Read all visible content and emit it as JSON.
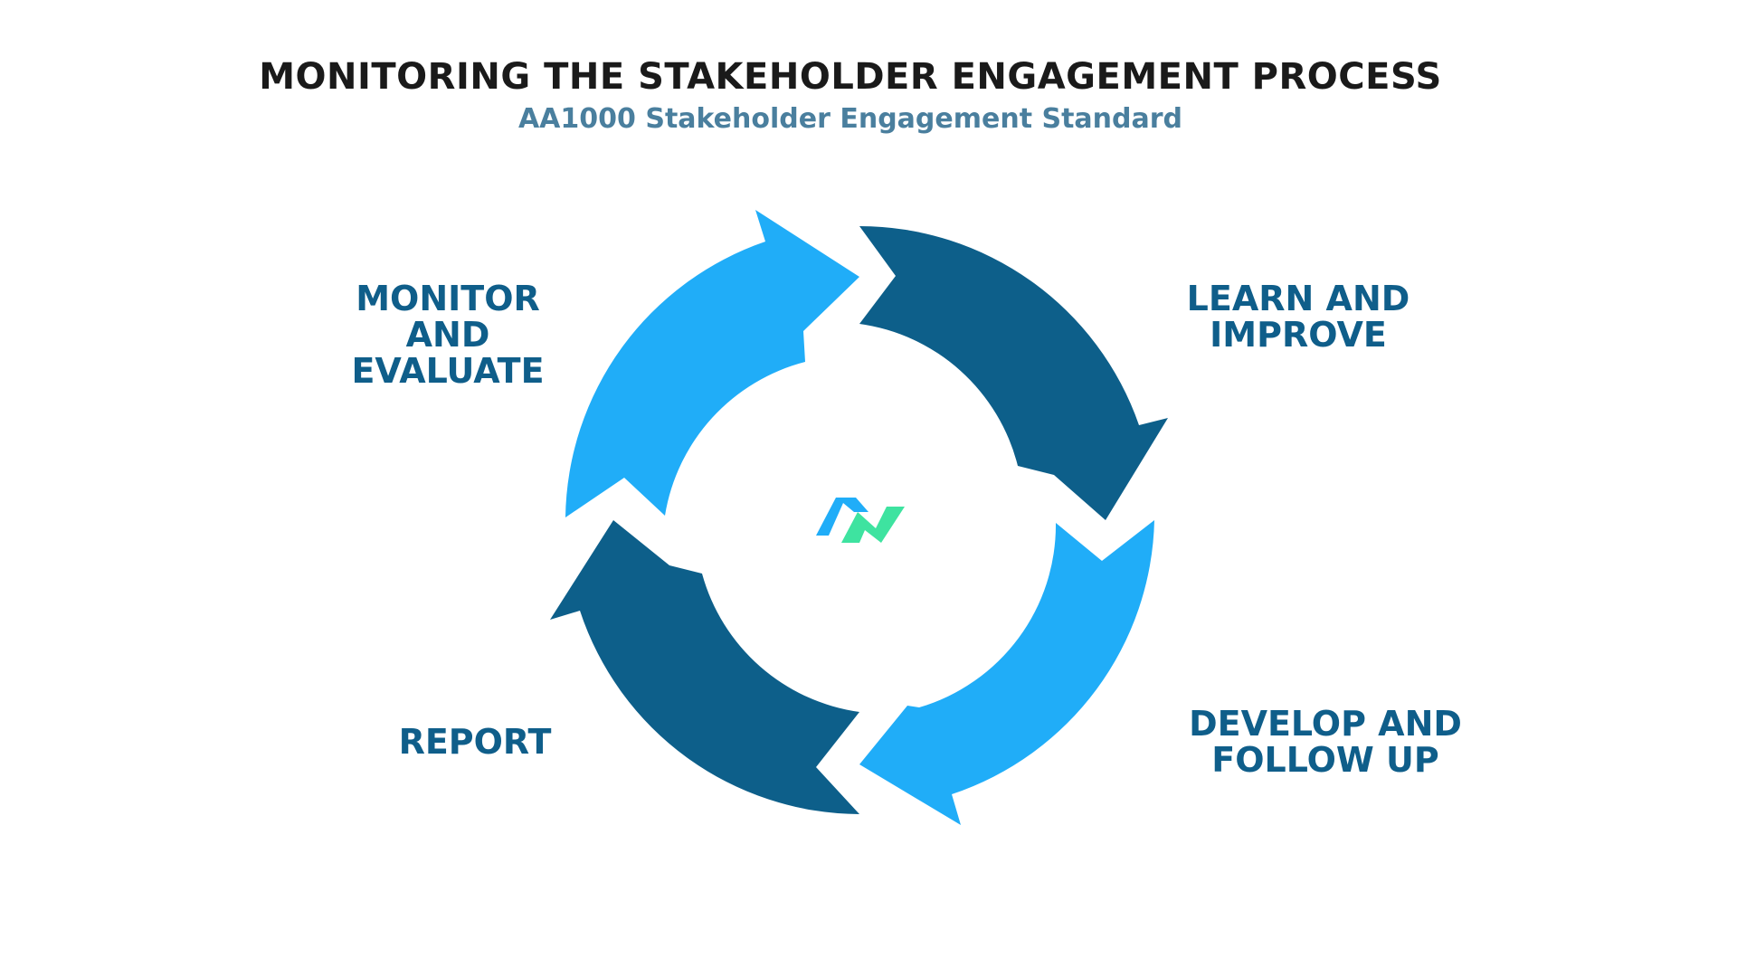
{
  "title": "MONITORING THE STAKEHOLDER ENGAGEMENT PROCESS",
  "subtitle": "AA1000 Stakeholder Engagement Standard",
  "steps": {
    "monitor": "MONITOR\nAND\nEVALUATE",
    "learn": "LEARN AND\nIMPROVE",
    "develop": "DEVELOP AND\nFOLLOW UP",
    "report": "REPORT"
  },
  "colors": {
    "light_arrow": "#20adf8",
    "dark_arrow": "#0d5f8a",
    "label": "#0f5e8a",
    "subtitle": "#4a7f9e",
    "logo_blue": "#20adf8",
    "logo_green": "#3ee3a0"
  },
  "center_icon": "brand-logo-icon"
}
